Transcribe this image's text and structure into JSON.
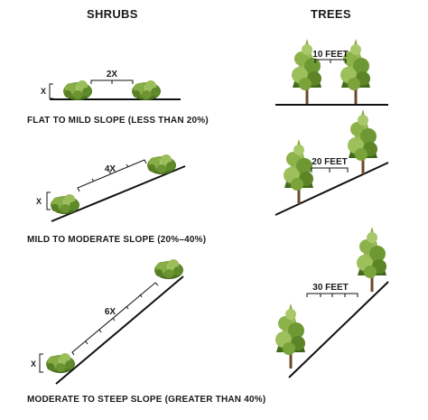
{
  "headings": {
    "shrubs": "SHRUBS",
    "trees": "TREES"
  },
  "captions": {
    "flat": "FLAT TO MILD SLOPE (LESS THAN 20%)",
    "mild": "MILD TO MODERATE SLOPE (20%–40%)",
    "steep": "MODERATE TO STEEP SLOPE (GREATER THAN 40%)"
  },
  "shrub_spacing": {
    "flat": "2X",
    "mild": "4X",
    "steep": "6X",
    "height_marker": "X"
  },
  "tree_spacing": {
    "flat": "10 FEET",
    "mild": "20 FEET",
    "steep": "30 FEET"
  },
  "colors": {
    "ground": "#111111",
    "foliage_dark": "#4f7a24",
    "foliage_mid": "#7aa33a",
    "foliage_light": "#a9c86a",
    "trunk": "#6b4a2b"
  }
}
